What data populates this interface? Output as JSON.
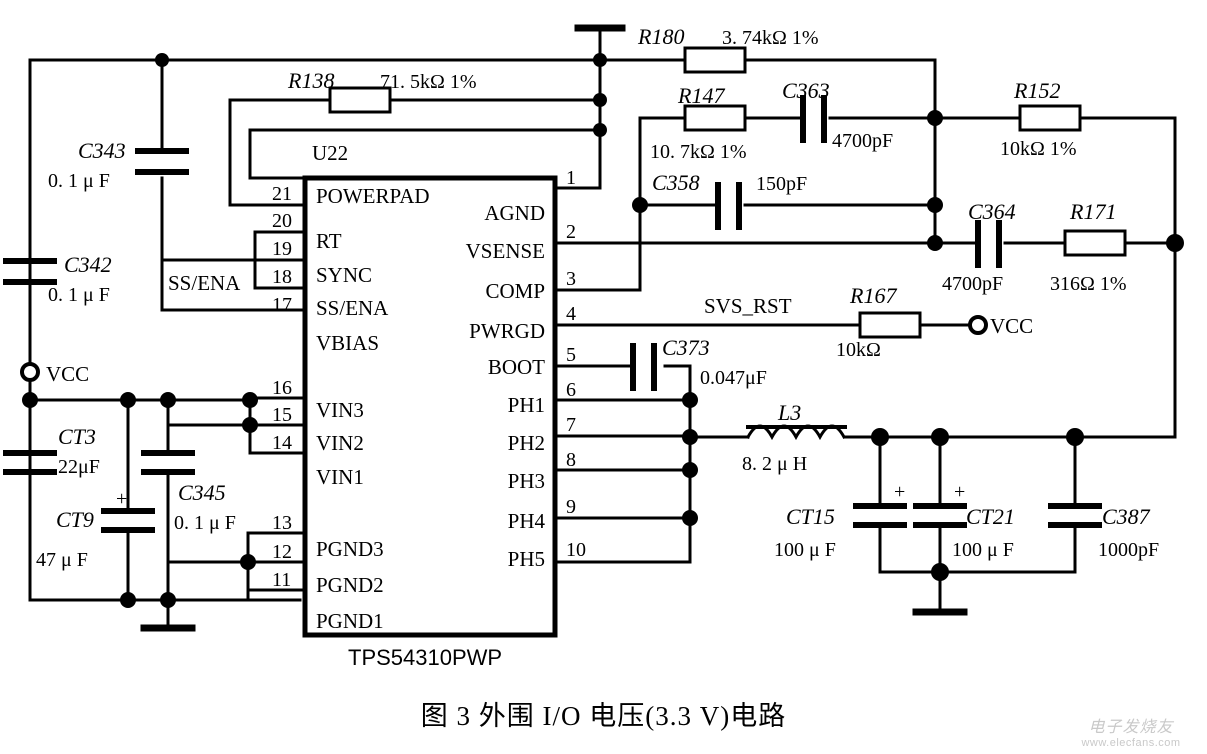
{
  "figure": {
    "caption": "图 3   外围 I/O 电压(3.3 V)电路",
    "watermark_cn": "电子发烧友",
    "watermark_url": "www.elecfans.com"
  },
  "ic": {
    "designator": "U22",
    "part_number": "TPS54310PWP",
    "left_pins": [
      {
        "num": "21",
        "name": "POWERPAD"
      },
      {
        "num": "20",
        "name": "RT"
      },
      {
        "num": "19",
        "name": "SYNC"
      },
      {
        "num": "18",
        "name": "SS/ENA"
      },
      {
        "num": "17",
        "name": "VBIAS"
      },
      {
        "num": "16",
        "name": "VIN3"
      },
      {
        "num": "15",
        "name": "VIN2"
      },
      {
        "num": "14",
        "name": "VIN1"
      },
      {
        "num": "13",
        "name": "PGND3"
      },
      {
        "num": "12",
        "name": "PGND2"
      },
      {
        "num": "11",
        "name": "PGND1"
      }
    ],
    "right_pins": [
      {
        "num": "1",
        "name": "AGND"
      },
      {
        "num": "2",
        "name": "VSENSE"
      },
      {
        "num": "3",
        "name": "COMP"
      },
      {
        "num": "4",
        "name": "PWRGD"
      },
      {
        "num": "5",
        "name": "BOOT"
      },
      {
        "num": "6",
        "name": "PH1"
      },
      {
        "num": "7",
        "name": "PH2"
      },
      {
        "num": "8",
        "name": "PH3"
      },
      {
        "num": "9",
        "name": "PH4"
      },
      {
        "num": "10",
        "name": "PH5"
      }
    ]
  },
  "components": {
    "r180": {
      "ref": "R180",
      "value": "3. 74kΩ 1%"
    },
    "r138": {
      "ref": "R138",
      "value": "71. 5kΩ 1%"
    },
    "r147": {
      "ref": "R147",
      "value": "10. 7kΩ 1%"
    },
    "r152": {
      "ref": "R152",
      "value": "10kΩ 1%"
    },
    "r167": {
      "ref": "R167",
      "value": "10kΩ"
    },
    "r171": {
      "ref": "R171",
      "value": "316Ω 1%"
    },
    "c363": {
      "ref": "C363",
      "value": "4700pF"
    },
    "c358": {
      "ref": "C358",
      "value": "150pF"
    },
    "c364": {
      "ref": "C364",
      "value": "4700pF"
    },
    "c343": {
      "ref": "C343",
      "value": "0. 1 μ F"
    },
    "c342": {
      "ref": "C342",
      "value": "0. 1 μ F"
    },
    "c345": {
      "ref": "C345",
      "value": "0. 1 μ F"
    },
    "ct3": {
      "ref": "CT3",
      "value": "22μF"
    },
    "ct9": {
      "ref": "CT9",
      "value": "47 μ F",
      "polarity": "+"
    },
    "c373": {
      "ref": "C373",
      "value": "0.047μF"
    },
    "l3": {
      "ref": "L3",
      "value": "8. 2 μ H"
    },
    "ct15": {
      "ref": "CT15",
      "value": "100 μ F",
      "polarity": "+"
    },
    "ct21": {
      "ref": "CT21",
      "value": "100 μ F",
      "polarity": "+"
    },
    "c387": {
      "ref": "C387",
      "value": "1000pF"
    }
  },
  "nets": {
    "vcc_left": "VCC",
    "vcc_right": "VCC",
    "svs_rst": "SVS_RST",
    "ss_ena": "SS/ENA"
  },
  "colors": {
    "line": "#000000",
    "background": "#ffffff",
    "watermark": "#c9c9c9"
  }
}
